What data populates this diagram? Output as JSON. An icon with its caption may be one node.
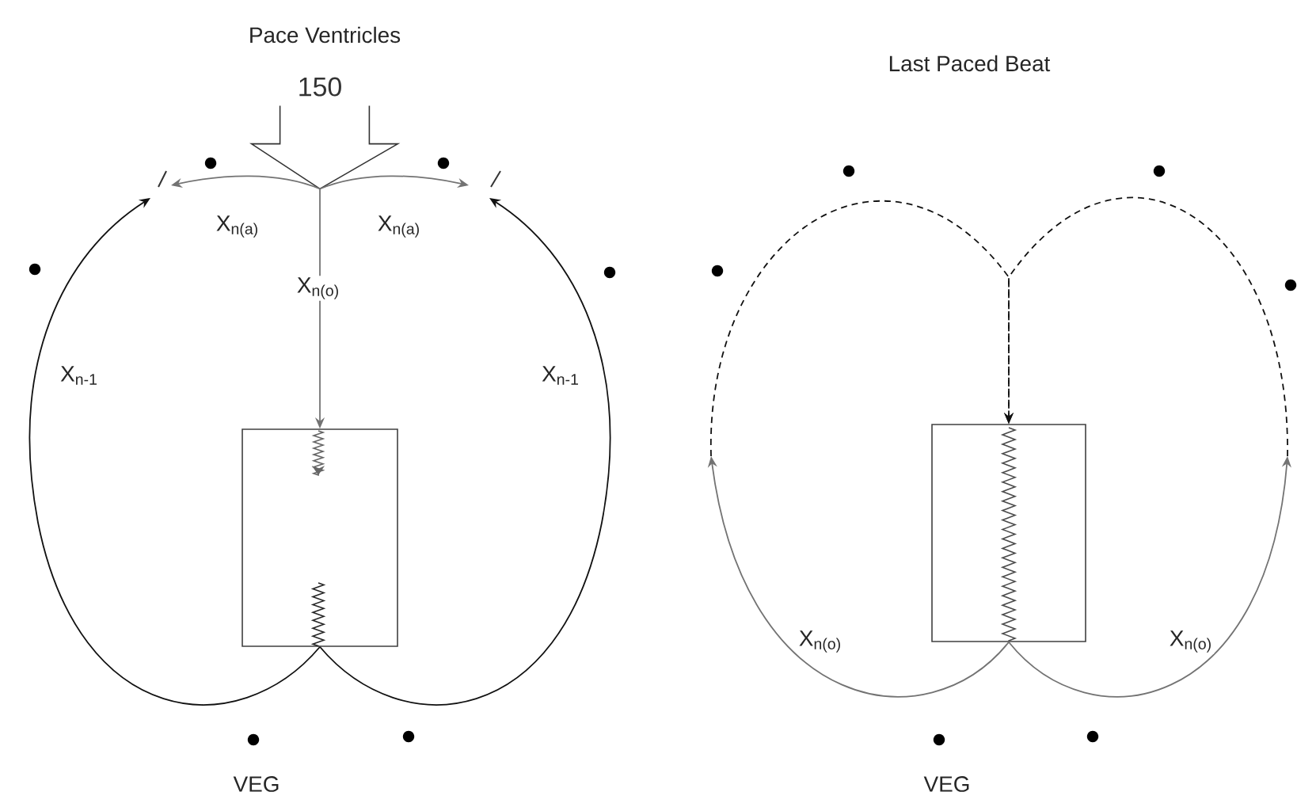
{
  "diagram": {
    "nodes": [
      {
        "text": [
          "150"
        ]
      },
      {
        "text": [],
        "shape": "box"
      },
      {
        "text": [],
        "shape": "box"
      }
    ],
    "edges": [
      {
        "from": 0,
        "to": 1,
        "arrow": "to",
        "label": "X$_{n(o)}$"
      },
      {
        "from": 0,
        "to": null,
        "arrow": "to",
        "label": "X$_{n(a)}$"
      },
      {
        "from": 0,
        "to": null,
        "arrow": "to",
        "label": "X$_{n(a)}$"
      },
      {
        "from": 1,
        "to": null,
        "arrow": "to",
        "label": "X$_{n-1}$",
        "color": "#111111"
      },
      {
        "from": 1,
        "to": null,
        "arrow": "to",
        "label": "X$_{n-1}$",
        "color": "#111111"
      },
      {
        "from": 2,
        "to": null,
        "arrow": "to",
        "label": "X$_{n(o)}$"
      },
      {
        "from": 2,
        "to": null,
        "arrow": "to",
        "label": "X$_{n(o)}$"
      },
      {
        "from": null,
        "to": 2,
        "arrow": "to",
        "style": "dashed",
        "color": "#111111"
      },
      {
        "from": null,
        "to": 2,
        "arrow": "to",
        "style": "dashed",
        "color": "#111111"
      }
    ],
    "labels": [
      "Pace Ventricles",
      "Last Paced Beat",
      "VEG",
      "VEG"
    ]
  }
}
